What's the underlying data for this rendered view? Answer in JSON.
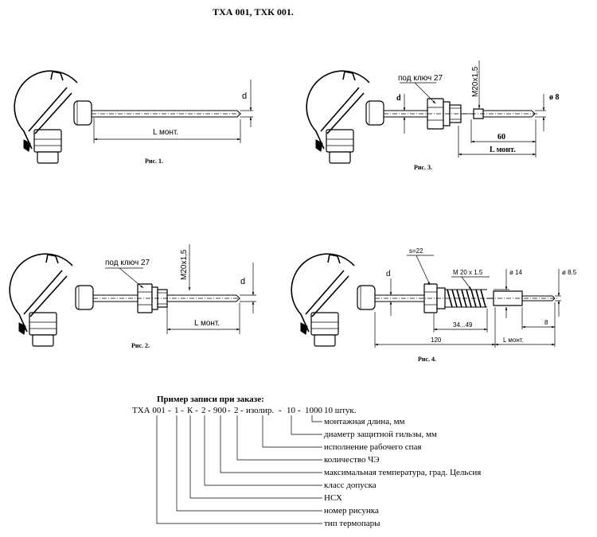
{
  "title": "ТХА 001, ТХК 001.",
  "figures": {
    "fig1": {
      "caption": "Рис. 1.",
      "d_label": "d",
      "length_label": "L монт."
    },
    "fig2": {
      "caption": "Рис. 2.",
      "d_label": "d",
      "wrench_label": "под ключ 27",
      "thread_label": "M20x1,5",
      "length_label": "L монт."
    },
    "fig3": {
      "caption": "Рис. 3.",
      "d_label": "d",
      "wrench_label": "под ключ 27",
      "thread_label": "M20x1,5",
      "diam_label": "ø 8",
      "dim_60": "60",
      "length_label": "L монт."
    },
    "fig4": {
      "caption": "Рис. 4.",
      "d_label": "d",
      "wrench_label": "s=22",
      "thread_label": "M 20 x 1.5",
      "diam_14": "ø 14",
      "diam_85": "ø 8.5",
      "dim_range": "34...49",
      "dim_120": "120",
      "dim_8": "8",
      "length_label": "L монт."
    }
  },
  "order_example": {
    "heading": "Пример записи при заказе:",
    "code_parts": [
      "ТХА 001",
      "1",
      "К",
      "2",
      "900",
      "2",
      "изолир.",
      "10",
      "1000"
    ],
    "separators": [
      "-",
      "-",
      "-",
      "-",
      "-",
      "-",
      "-",
      "-"
    ],
    "quantity": "10 штук.",
    "legend": [
      "монтажная длина, мм",
      "диаметр защитной гильзы, мм",
      "исполнение рабочего спая",
      "количество ЧЭ",
      "максимальная температура, град. Цельсия",
      "класс допуска",
      "НСХ",
      "номер рисунка",
      "тип термопары"
    ]
  }
}
